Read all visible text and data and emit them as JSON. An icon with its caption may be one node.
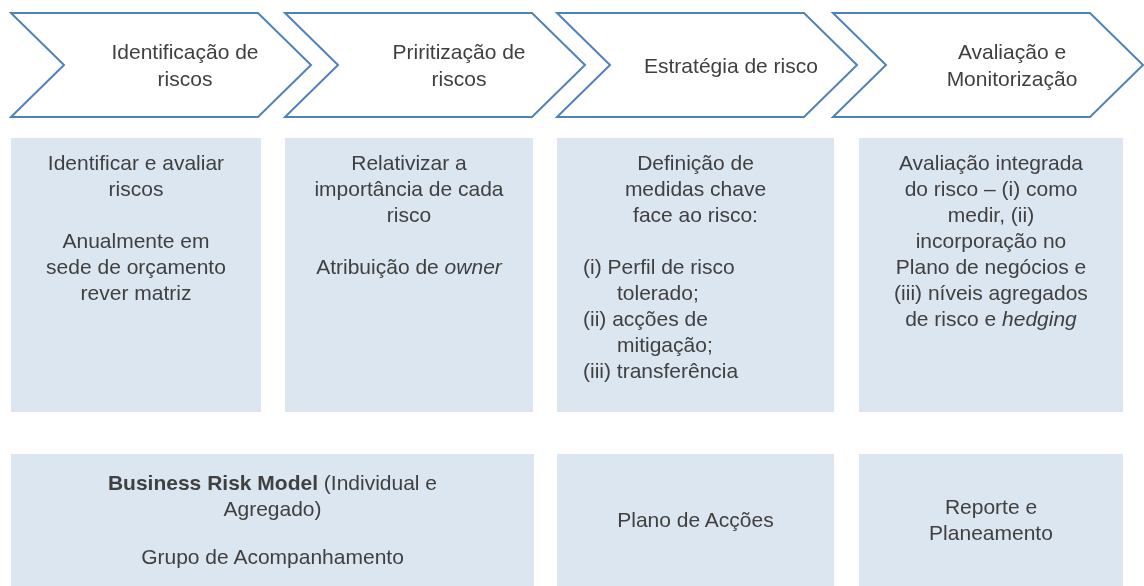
{
  "diagram": {
    "nodes": [
      {
        "text": [
          "Identificação de riscos"
        ]
      },
      {
        "text": [
          "Priritização de riscos"
        ]
      },
      {
        "text": [
          "Estratégia de risco"
        ]
      },
      {
        "text": [
          "Avaliação e Monitorização"
        ]
      },
      {
        "text": [
          "Identificar e avaliar riscos",
          "Anualmente em sede de orçamento rever matriz"
        ]
      },
      {
        "text": [
          "Relativizar a importância de cada risco",
          "Atribuição de *owner*"
        ]
      },
      {
        "text": [
          "Definição de medidas chave face ao risco:",
          "(i) Perfil de risco tolerado;",
          "(ii) acções de mitigação;",
          "(iii) transferência"
        ]
      },
      {
        "text": [
          "Avaliação integrada do risco – (i) como medir, (ii) incorporação no Plano de negócios e (iii) níveis agregados de risco e *hedging*"
        ]
      },
      {
        "text": [
          "**Business Risk Model** (Individual e Agregado)",
          "Grupo de Acompanhamento"
        ]
      },
      {
        "text": [
          "Plano de Acções"
        ]
      },
      {
        "text": [
          "Reporte e Planeamento"
        ]
      }
    ]
  }
}
